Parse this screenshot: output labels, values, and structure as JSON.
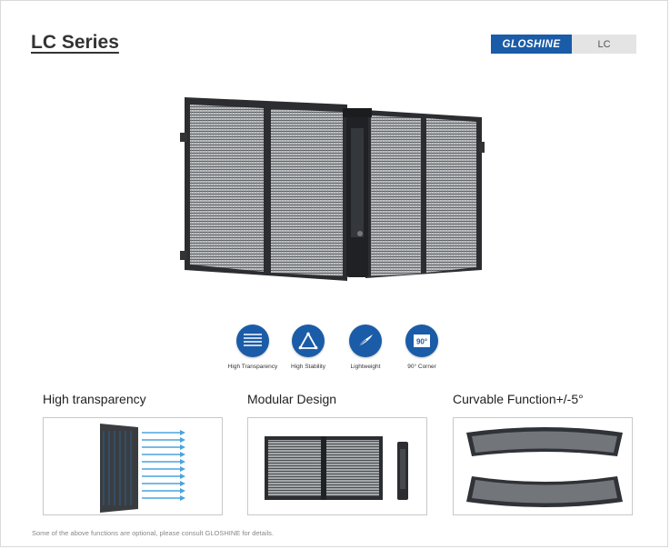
{
  "header": {
    "title": "LC Series",
    "brand": "GLOSHINE",
    "series_tag": "LC"
  },
  "features": [
    {
      "label": "High Transparency",
      "icon": "transparency-lines-icon"
    },
    {
      "label": "High Stability",
      "icon": "triangle-stability-icon"
    },
    {
      "label": "Lightweight",
      "icon": "feather-icon"
    },
    {
      "label": "90° Corner",
      "icon": "corner-90-icon",
      "icon_text": "90°"
    }
  ],
  "sections": [
    {
      "title": "High transparency"
    },
    {
      "title": "Modular Design"
    },
    {
      "title": "Curvable Function+/-5°"
    }
  ],
  "footnote": "Some of the above functions are optional, please consult GLOSHINE for details.",
  "colors": {
    "brand_blue": "#1a5ca8",
    "tag_grey": "#e4e4e4",
    "arrow_blue": "#4aa3df"
  }
}
